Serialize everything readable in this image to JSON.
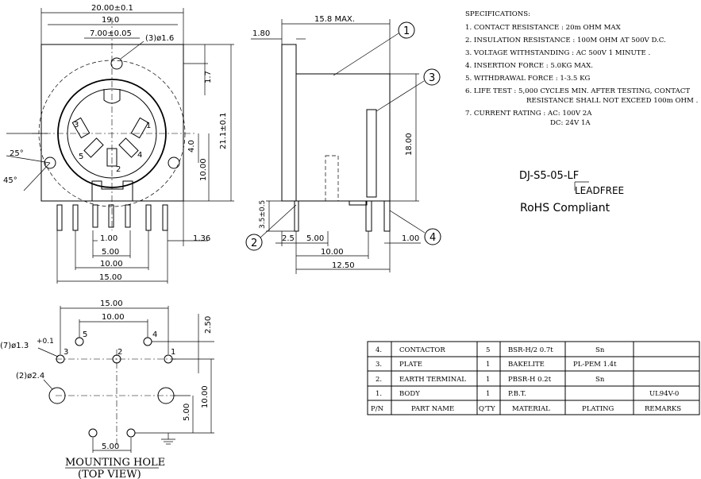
{
  "front_view": {
    "dim_overall": "20.00±0.1",
    "dim_19": "19.0",
    "dim_pins": "7.00±0.05",
    "dim_hole": "(3)ø1.6",
    "dim_17": "1.7",
    "dim_height": "21.1±0.1",
    "dim_40": "4.0",
    "dim_1000": "10.00",
    "angle_25": "25°",
    "angle_45": "45°",
    "pin_labels": [
      "1",
      "2",
      "3",
      "4",
      "5"
    ],
    "dim_100": "1.00",
    "dim_500": "5.00",
    "dim_10": "10.00",
    "dim_15": "15.00",
    "dim_136": "1.36"
  },
  "side_view": {
    "dim_max": "15.8 MAX.",
    "dim_180": "1.80",
    "dim_18": "18.00",
    "dim_35": "3.5±0.5",
    "dim_25": "2.5",
    "dim_5": "5.00",
    "dim_10": "10.00",
    "dim_1250": "12.50",
    "dim_1": "1.00",
    "callouts": [
      "1",
      "2",
      "3",
      "4"
    ]
  },
  "mounting": {
    "dim_15": "15.00",
    "dim_10": "10.00",
    "dim_25": "2.50",
    "hole7": "(7)ø1.3",
    "hole7_tol": "+0.1",
    "hole2": "(2)ø2.4",
    "dim_v10": "10.00",
    "dim_v5": "5.00",
    "dim_h5": "5.00",
    "pin_labels": [
      "1",
      "2",
      "3",
      "4",
      "5"
    ],
    "title": "MOUNTING  HOLE",
    "subtitle": "(TOP  VIEW)"
  },
  "specifications": {
    "heading": "SPECIFICATIONS:",
    "items": [
      "1.  CONTACT RESISTANCE  :  20m  OHM MAX",
      "2.  INSULATION RESISTANCE  :  100M  OHM  AT 500V D.C.",
      "3.  VOLTAGE WITHSTANDING  :  AC 500V  1 MINUTE .",
      "4.  INSERTION FORCE  :  5.0KG  MAX.",
      "5.  WITHDRAWAL FORCE  :  1-3.5  KG",
      "6.  LIFE TEST  :  5,000 CYCLES MIN. AFTER TESTING, CONTACT",
      "RESISTANCE SHALL NOT EXCEED 100m OHM .",
      "7.  CURRENT RATING  :  AC:  100V  2A",
      "DC:    24V  1A"
    ]
  },
  "part": {
    "number": "DJ-S5-05-LF",
    "leadfree": "LEADFREE",
    "rohs": "RoHS Compliant"
  },
  "bom": {
    "rows": [
      [
        "4.",
        "CONTACTOR",
        "5",
        "BSR-H/2  0.7t",
        "Sn",
        ""
      ],
      [
        "3.",
        "PLATE",
        "1",
        "BAKELITE",
        "PL-PEM  1.4t",
        ""
      ],
      [
        "2.",
        "EARTH TERMINAL",
        "1",
        "PBSR-H  0.2t",
        "Sn",
        ""
      ],
      [
        "1.",
        "BODY",
        "1",
        "P.B.T.",
        "",
        "UL94V-0"
      ]
    ],
    "header": [
      "P/N",
      "PART NAME",
      "Q'TY",
      "MATERIAL",
      "PLATING",
      "REMARKS"
    ]
  }
}
